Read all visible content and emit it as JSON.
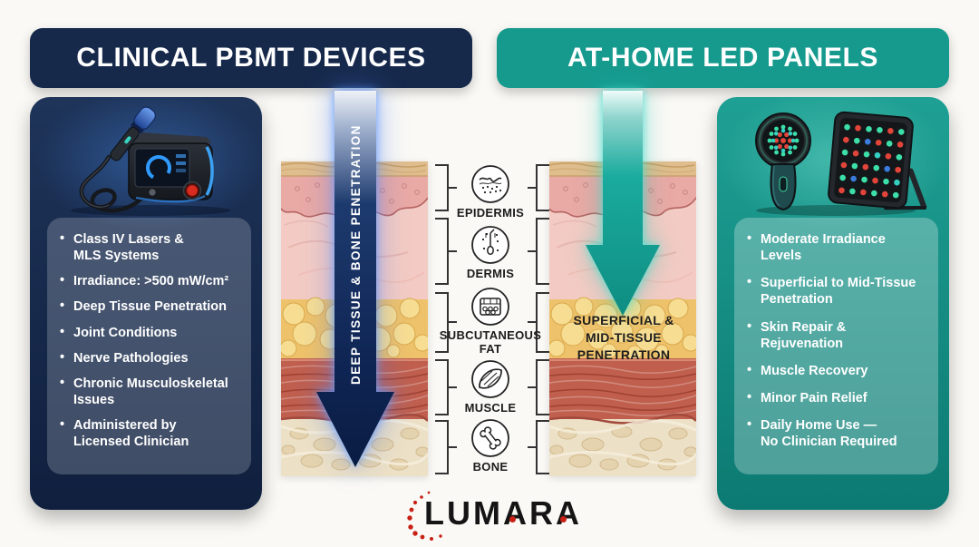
{
  "headers": {
    "left": "CLINICAL PBMT DEVICES",
    "right": "AT-HOME LED PANELS"
  },
  "left_panel": {
    "bullets": [
      "Class IV Lasers &\nMLS Systems",
      "Irradiance: >500 mW/cm²",
      "Deep Tissue Penetration",
      "Joint Conditions",
      "Nerve Pathologies",
      "Chronic Musculoskeletal\nIssues",
      "Administered by\nLicensed Clinician"
    ]
  },
  "right_panel": {
    "bullets": [
      "Moderate Irradiance\nLevels",
      "Superficial to Mid-Tissue\nPenetration",
      "Skin Repair &\nRejuvenation",
      "Muscle Recovery",
      "Minor Pain Relief",
      "Daily Home Use —\nNo Clinician Required"
    ]
  },
  "diagram": {
    "layer_labels": [
      "EPIDERMIS",
      "DERMIS",
      "SUBCUTANEOUS\nFAT",
      "MUSCLE",
      "BONE"
    ],
    "left_arrow_label": "DEEP TISSUE & BONE PENETRATION",
    "right_arrow_label": "SUPERFICIAL &\nMID-TISSUE\nPENETRATION"
  },
  "logo": {
    "text": "LUMARA"
  },
  "colors": {
    "navy_header": "#16294b",
    "teal_header": "#169a8e",
    "panel_navy": "#1c3157",
    "panel_teal": "#169388",
    "arrow_navy": "#122c5e",
    "arrow_teal": "#12a89b",
    "glow_blue": "#5b8df0",
    "glow_teal": "#3fdccc",
    "logo_red": "#c92016"
  }
}
